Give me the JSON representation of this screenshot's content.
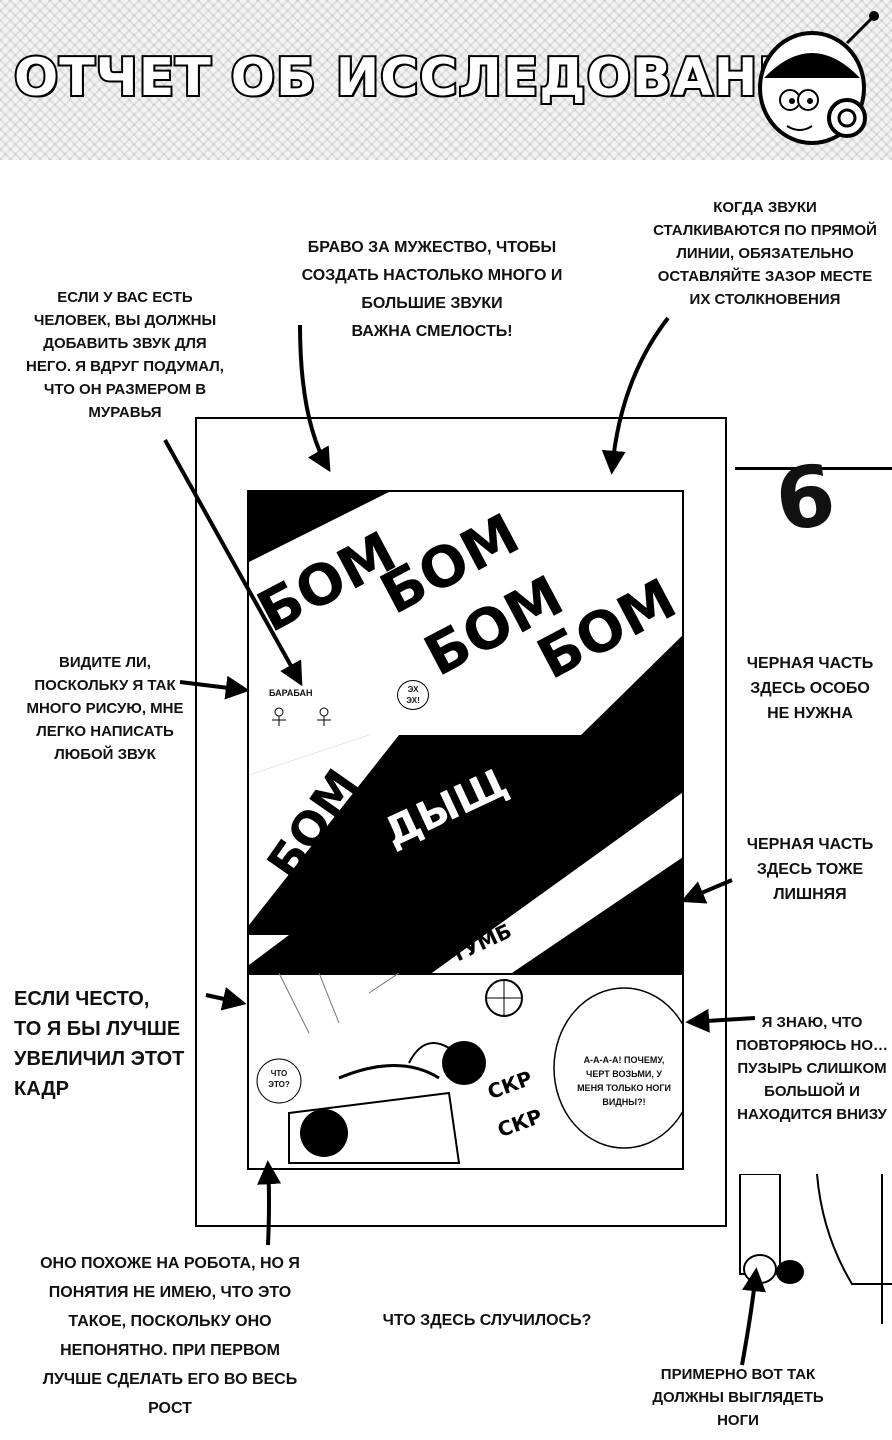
{
  "header": {
    "title": "ОТЧЕТ ОБ ИССЛЕДОВАНИИ"
  },
  "page_number": "6",
  "notes": {
    "bravo": "БРАВО ЗА МУЖЕСТВО, ЧТОБЫ\nСОЗДАТЬ НАСТОЛЬКО МНОГО И\nБОЛЬШИЕ ЗВУКИ\nВАЖНА СМЕЛОСТЬ!",
    "collide": "КОГДА ЗВУКИ\nСТАЛКИВАЮТСЯ ПО ПРЯМОЙ\nЛИНИИ, ОБЯЗАТЕЛЬНО\nОСТАВЛЯЙТЕ ЗАЗОР МЕСТЕ\nИХ СТОЛКНОВЕНИЯ",
    "person": "ЕСЛИ У ВАС ЕСТЬ\nЧЕЛОВЕК, ВЫ ДОЛЖНЫ\nДОБАВИТЬ ЗВУК ДЛЯ\nНЕГО. Я ВДРУГ ПОДУМАЛ,\nЧТО ОН РАЗМЕРОМ В\nМУРАВЬЯ",
    "see": "ВИДИТЕ ЛИ,\nПОСКОЛЬКУ Я ТАК\nМНОГО РИСУЮ, МНЕ\nЛЕГКО НАПИСАТЬ\nЛЮБОЙ ЗВУК",
    "black1": "ЧЕРНАЯ ЧАСТЬ\nЗДЕСЬ ОСОБО\nНЕ НУЖНА",
    "black2": "ЧЕРНАЯ ЧАСТЬ\nЗДЕСЬ ТОЖЕ\nЛИШНЯЯ",
    "honest": "ЕСЛИ ЧЕСТО,\nТО Я БЫ ЛУЧШЕ\nУВЕЛИЧИЛ ЭТОТ\nКАДР",
    "repeat": "Я ЗНАЮ, ЧТО\nПОВТОРЯЮСЬ НО…\nПУЗЫРЬ СЛИШКОМ\nБОЛЬШОЙ И\nНАХОДИТСЯ ВНИЗУ",
    "robot": "ОНО ПОХОЖЕ НА РОБОТА, НО Я\nПОНЯТИЯ НЕ ИМЕЮ, ЧТО ЭТО\nТАКОЕ, ПОСКОЛЬКУ ОНО\nНЕПОНЯТНО. ПРИ ПЕРВОМ\nЛУЧШЕ СДЕЛАТЬ ЕГО ВО ВЕСЬ\nРОСТ",
    "happened": "ЧТО ЗДЕСЬ СЛУЧИЛОСЬ?",
    "legs": "ПРИМЕРНО ВОТ ТАК\nДОЛЖНЫ ВЫГЛЯДЕТЬ\nНОГИ"
  },
  "comic": {
    "panel1": {
      "bom": "БОМ",
      "drum": "БАРАБАН",
      "eh": "ЭХ\nЭХ!"
    },
    "panel2": {
      "bom": "БОМ",
      "dysh": "ДЫЩ",
      "tumb": "ТУМБ"
    },
    "panel3": {
      "what": "ЧТО\nЭТО?",
      "scream": "А-А-А-А! ПОЧЕМУ,\nЧЕРТ ВОЗЬМИ, У\nМЕНЯ ТОЛЬКО НОГИ\nВИДНЫ?!",
      "skr": "СКР"
    }
  }
}
